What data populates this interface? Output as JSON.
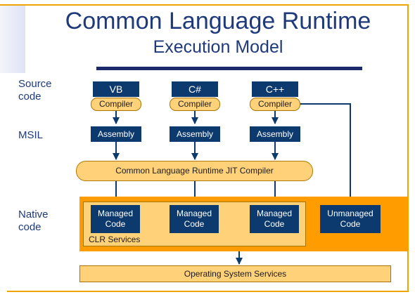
{
  "title": "Common Language Runtime",
  "subtitle": "Execution Model",
  "row_labels": {
    "source": [
      "Source",
      "code"
    ],
    "msil": "MSIL",
    "native": [
      "Native",
      "code"
    ]
  },
  "languages": [
    "VB",
    "C#",
    "C++"
  ],
  "compiler_label": "Compiler",
  "assembly_label": "Assembly",
  "jit_label": "Common Language Runtime JIT Compiler",
  "managed_code": [
    "Managed",
    "Code"
  ],
  "unmanaged_code": [
    "Unmanaged",
    "Code"
  ],
  "clr_services_label": "CLR Services",
  "os_services_label": "Operating System Services",
  "colors": {
    "navy": "#0d3a6e",
    "title": "#1e3a7a",
    "orange": "#ff9c00",
    "light_orange": "#ffd27a",
    "frame": "#f0a400"
  }
}
